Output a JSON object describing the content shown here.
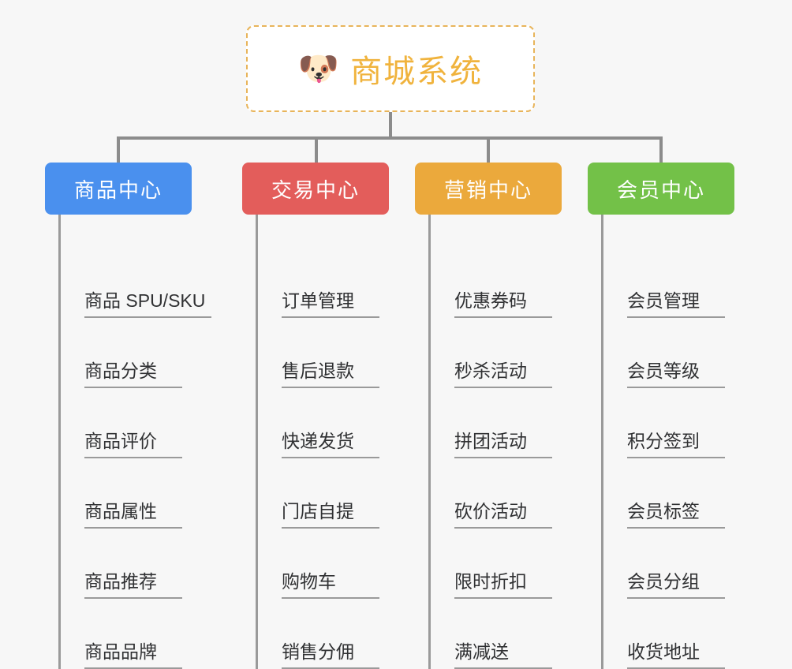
{
  "root": {
    "icon": "dog-face-icon",
    "icon_glyph": "🐶",
    "title": "商城系统",
    "title_color": "#f0b33d",
    "border_color": "#e8b45a",
    "background": "#ffffff"
  },
  "page": {
    "background": "#f7f7f7",
    "connector_color": "#8c8c8c",
    "leaf_line_color": "#9a9a9a",
    "leaf_text_color": "#303133"
  },
  "columns": [
    {
      "id": "product-center",
      "label": "商品中心",
      "color": "#4a90ee",
      "items": [
        {
          "label": "商品 SPU/SKU"
        },
        {
          "label": "商品分类"
        },
        {
          "label": "商品评价"
        },
        {
          "label": "商品属性"
        },
        {
          "label": "商品推荐"
        },
        {
          "label": "商品品牌"
        }
      ]
    },
    {
      "id": "trade-center",
      "label": "交易中心",
      "color": "#e35d5b",
      "items": [
        {
          "label": "订单管理"
        },
        {
          "label": "售后退款"
        },
        {
          "label": "快递发货"
        },
        {
          "label": "门店自提"
        },
        {
          "label": "购物车"
        },
        {
          "label": "销售分佣"
        }
      ]
    },
    {
      "id": "marketing-center",
      "label": "营销中心",
      "color": "#eba93c",
      "items": [
        {
          "label": "优惠券码"
        },
        {
          "label": "秒杀活动"
        },
        {
          "label": "拼团活动"
        },
        {
          "label": "砍价活动"
        },
        {
          "label": "限时折扣"
        },
        {
          "label": "满减送"
        }
      ]
    },
    {
      "id": "member-center",
      "label": "会员中心",
      "color": "#73c148",
      "items": [
        {
          "label": "会员管理"
        },
        {
          "label": "会员等级"
        },
        {
          "label": "积分签到"
        },
        {
          "label": "会员标签"
        },
        {
          "label": "会员分组"
        },
        {
          "label": "收货地址"
        }
      ]
    }
  ]
}
